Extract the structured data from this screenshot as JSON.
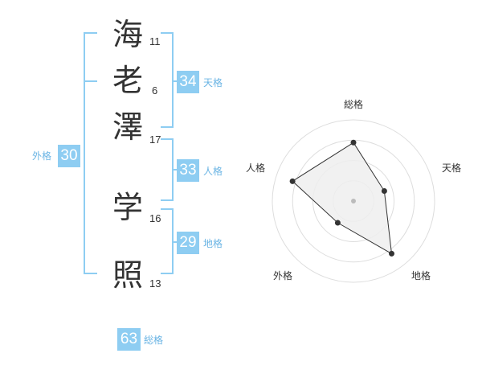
{
  "name": {
    "chars": [
      {
        "char": "海",
        "strokes": "11"
      },
      {
        "char": "老",
        "strokes": "6"
      },
      {
        "char": "澤",
        "strokes": "17"
      },
      {
        "char": "学",
        "strokes": "16"
      },
      {
        "char": "照",
        "strokes": "13"
      }
    ]
  },
  "kaku": {
    "gaikaku": {
      "value": "30",
      "label": "外格"
    },
    "tenkaku": {
      "value": "34",
      "label": "天格"
    },
    "jinkaku": {
      "value": "33",
      "label": "人格"
    },
    "chikaku": {
      "value": "29",
      "label": "地格"
    },
    "soukaku": {
      "value": "63",
      "label": "総格"
    }
  },
  "colors": {
    "accent": "#8ecdf2",
    "label": "#6ab4e4",
    "text": "#333333",
    "radar_fill": "#eeeeee"
  },
  "chart_data": {
    "type": "radar",
    "axes": [
      "総格",
      "天格",
      "地格",
      "外格",
      "人格"
    ],
    "values": [
      0.72,
      0.4,
      0.8,
      0.33,
      0.79
    ],
    "range": [
      0,
      1
    ],
    "rings": 4
  }
}
